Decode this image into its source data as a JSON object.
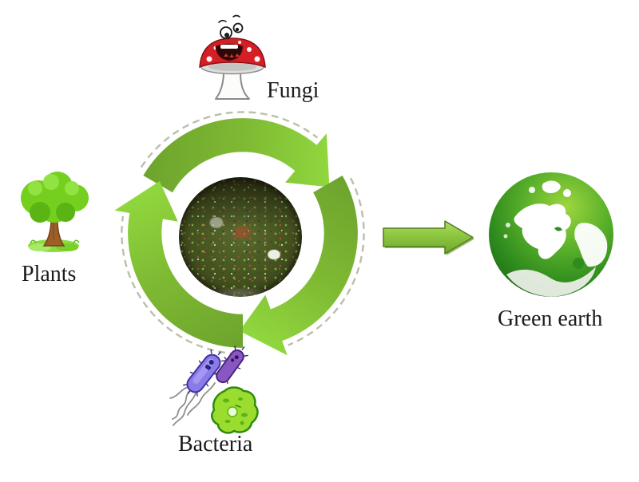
{
  "diagram": {
    "labels": {
      "fungi": "Fungi",
      "plants": "Plants",
      "bacteria": "Bacteria",
      "green_earth": "Green earth"
    },
    "icons": [
      "mushroom-icon",
      "tree-icon",
      "bacteria-icon",
      "recycling-arrows-icon",
      "compost-photo",
      "right-arrow-icon",
      "green-globe-icon"
    ],
    "colors": {
      "background": "#ffffff",
      "green_light": "#8ed63f",
      "green_dark": "#6da32d",
      "text": "#1b1b1b",
      "mushroom_red": "#d51f27",
      "bacteria_blue": "#8a7ce8",
      "bacteria_purple": "#8857c4",
      "bacteria_green": "#9bdd2f",
      "earth_green": "#3f9a22",
      "trunk_brown": "#9c5f28"
    }
  }
}
